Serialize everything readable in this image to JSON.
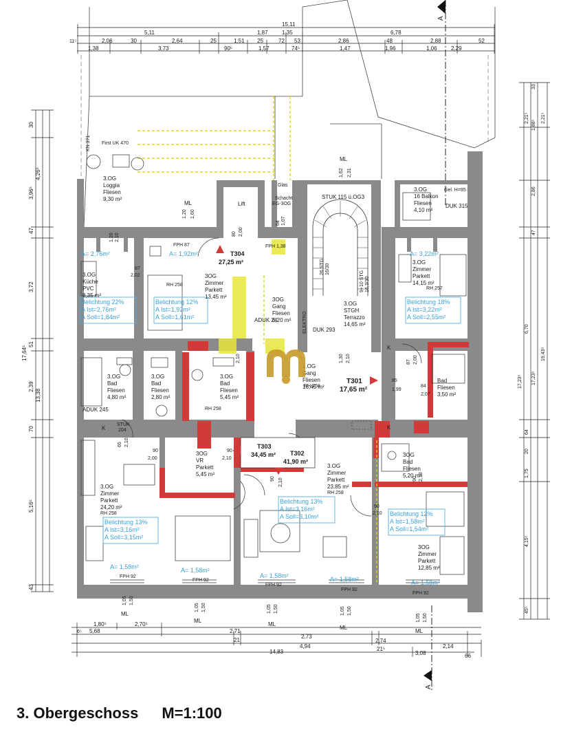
{
  "title": "3. Obergeschoss",
  "scale": "M=1:100",
  "colors": {
    "wall": "#8a8a8a",
    "fire_wall": "#d23a3a",
    "lighting": "#3aa0d8",
    "escape": "#e6e63a",
    "logo": "#c79a2a"
  },
  "section_marks": [
    "A",
    "A"
  ],
  "dims_top_row1": [
    "15,11"
  ],
  "dims_top_row2": [
    "5,11",
    "1,87",
    "1,35",
    "6,78"
  ],
  "dims_top_row3": [
    "11⁵",
    "2,06",
    "30",
    "2,64",
    "25",
    "1,51",
    "25",
    "72",
    "53",
    "2,86",
    "48",
    "2,88",
    "52"
  ],
  "dims_top_row4": [
    "1,38",
    "3,73",
    "90⁵",
    "1,57",
    "74⁵",
    "1,47",
    "1,96",
    "1,06",
    "2,29"
  ],
  "dims_bottom_row1": [
    "1,80⁵",
    "2,70⁵"
  ],
  "dims_bottom_row2": [
    "6⁵",
    "5,68",
    "2,71",
    "2,73",
    "2,74"
  ],
  "dims_bottom_row3": [
    "21",
    "4,94",
    "21⁵",
    "2,14"
  ],
  "dims_bottom_row4": [
    "14,83",
    "3,08",
    "66"
  ],
  "dims_left": [
    "30",
    "3,96⁵",
    "4,26⁵",
    "47",
    "3,72",
    "51",
    "17,64⁵",
    "2,39",
    "13,38",
    "70",
    "5,16⁵",
    "43"
  ],
  "dims_right": [
    "33",
    "2,21⁵",
    "1,88⁵",
    "2,21⁵",
    "2,86",
    "47",
    "6,70",
    "17,23⁵",
    "17,23⁵",
    "19,43⁵",
    "64",
    "20",
    "1,75",
    "4,15⁵",
    "45⁵"
  ],
  "units": [
    {
      "id": "T304",
      "area": "27,25 m²"
    },
    {
      "id": "T301",
      "area": "17,65 m²"
    },
    {
      "id": "T303",
      "area": "34,45 m²"
    },
    {
      "id": "T302",
      "area": "41,90 m²"
    }
  ],
  "rooms": [
    {
      "lines": [
        "3.OG",
        "Loggia",
        "Fliesen",
        "9,30 m²"
      ]
    },
    {
      "lines": [
        "3.OG",
        "Küche",
        "PVC",
        "8,35 m²"
      ]
    },
    {
      "lines": [
        "3OG",
        "Zimmer",
        "Parkett",
        "13,45 m²"
      ]
    },
    {
      "lines": [
        "3OG",
        "Gang",
        "Fliesen",
        "6,20 m²"
      ]
    },
    {
      "lines": [
        "3.OG",
        "STGH",
        "Terrazzo",
        "14,65 m²"
      ]
    },
    {
      "lines": [
        "3.OG",
        "16 Balkon",
        "Fliesen",
        "4,10 m²"
      ]
    },
    {
      "lines": [
        "3.OG",
        "Zimmer",
        "Parkett",
        "14,15 m²"
      ]
    },
    {
      "lines": [
        "3.OG",
        "Bad",
        "Fliesen",
        "4,80 m²"
      ]
    },
    {
      "lines": [
        "3.OG",
        "Bad",
        "Fliesen",
        "2,80 m²"
      ]
    },
    {
      "lines": [
        "3.OG",
        "Bad",
        "Fliesen",
        "5,45 m²"
      ]
    },
    {
      "lines": [
        "3.OG",
        "Gang",
        "Fliesen",
        "16,45 m²"
      ]
    },
    {
      "lines": [
        "Bad",
        "Fliesen",
        "3,50 m²"
      ]
    },
    {
      "lines": [
        "3OG",
        "VR",
        "Parkett",
        "5,45 m²"
      ]
    },
    {
      "lines": [
        "3.OG",
        "Zimmer",
        "Parkett",
        "24,20 m²"
      ]
    },
    {
      "lines": [
        "3.OG",
        "Zimmer",
        "Parkett",
        "23,85 m²"
      ]
    },
    {
      "lines": [
        "3OG",
        "Bad",
        "Fliesen",
        "5,20 m²"
      ]
    },
    {
      "lines": [
        "3OG",
        "Zimmer",
        "Parkett",
        "12,85 m²"
      ]
    }
  ],
  "lighting": [
    {
      "lines": [
        "Belichtung 22%",
        "A Ist=2,76m²",
        "A Soll=1,84m²"
      ]
    },
    {
      "lines": [
        "Belichtung 12%",
        "A Ist=1,92m²",
        "A Soll=1,61m²"
      ]
    },
    {
      "lines": [
        "Belichtung 18%",
        "A Ist=3,22m²",
        "A Soll=2,55m²"
      ]
    },
    {
      "lines": [
        "Belichtung 13%",
        "A Ist=3,16m²",
        "A Soll=3,15m²"
      ]
    },
    {
      "lines": [
        "Belichtung 13%",
        "A Ist=3,16m²",
        "A Soll=3,10m²"
      ]
    },
    {
      "lines": [
        "Belichtung 12%",
        "A Ist=1,58m²",
        "A Soll=1,54m²"
      ]
    }
  ],
  "window_areas": [
    "A= 2,76m²",
    "A= 1,92m²",
    "A= 3,22m²",
    "A= 1,58m²",
    "A= 1,58m²",
    "A= 1,58m²",
    "A= 1,58m²",
    "A= 1,58m²"
  ],
  "labels": {
    "first": "First UK 470",
    "kn": "KN 371",
    "ml": "ML",
    "lift": "Lift",
    "glas": "Glas",
    "schacht": [
      "Schacht",
      "EG-3OG"
    ],
    "stuk_top": "STUK 115 ü.OG3",
    "gel": "Gel. H=95",
    "duk315": "DUK 315",
    "duk293": "DUK 293",
    "aduk24": "ADUK 24",
    "aduk245": "ADUK 245",
    "elektro": "ELEKTRO",
    "stg1": "26 STG",
    "stg1b": "16/30",
    "stg2": "9+10 STG",
    "stg2b": "16,3/30",
    "fph87": "FPH 87",
    "fph138": "FPH 1,38",
    "fph92": "FPH 92",
    "rh258": "RH 258",
    "rh257": "RH 257",
    "k": "K",
    "stuk204": [
      "STUK",
      "204"
    ]
  },
  "door_dims": [
    "1,20",
    "2,10",
    "87",
    "2,02",
    "80",
    "2,00",
    "64",
    "1,07",
    "1,62",
    "2,31",
    "1,20",
    "1,60",
    "2,10",
    "1,30",
    "2,10",
    "87",
    "2,00",
    "85",
    "1,99",
    "84",
    "2,07",
    "90",
    "2,00",
    "65",
    "2,10",
    "90",
    "2,10",
    "90",
    "2,10",
    "90",
    "2,10",
    "90",
    "2,10",
    "1,05",
    "1,50"
  ]
}
